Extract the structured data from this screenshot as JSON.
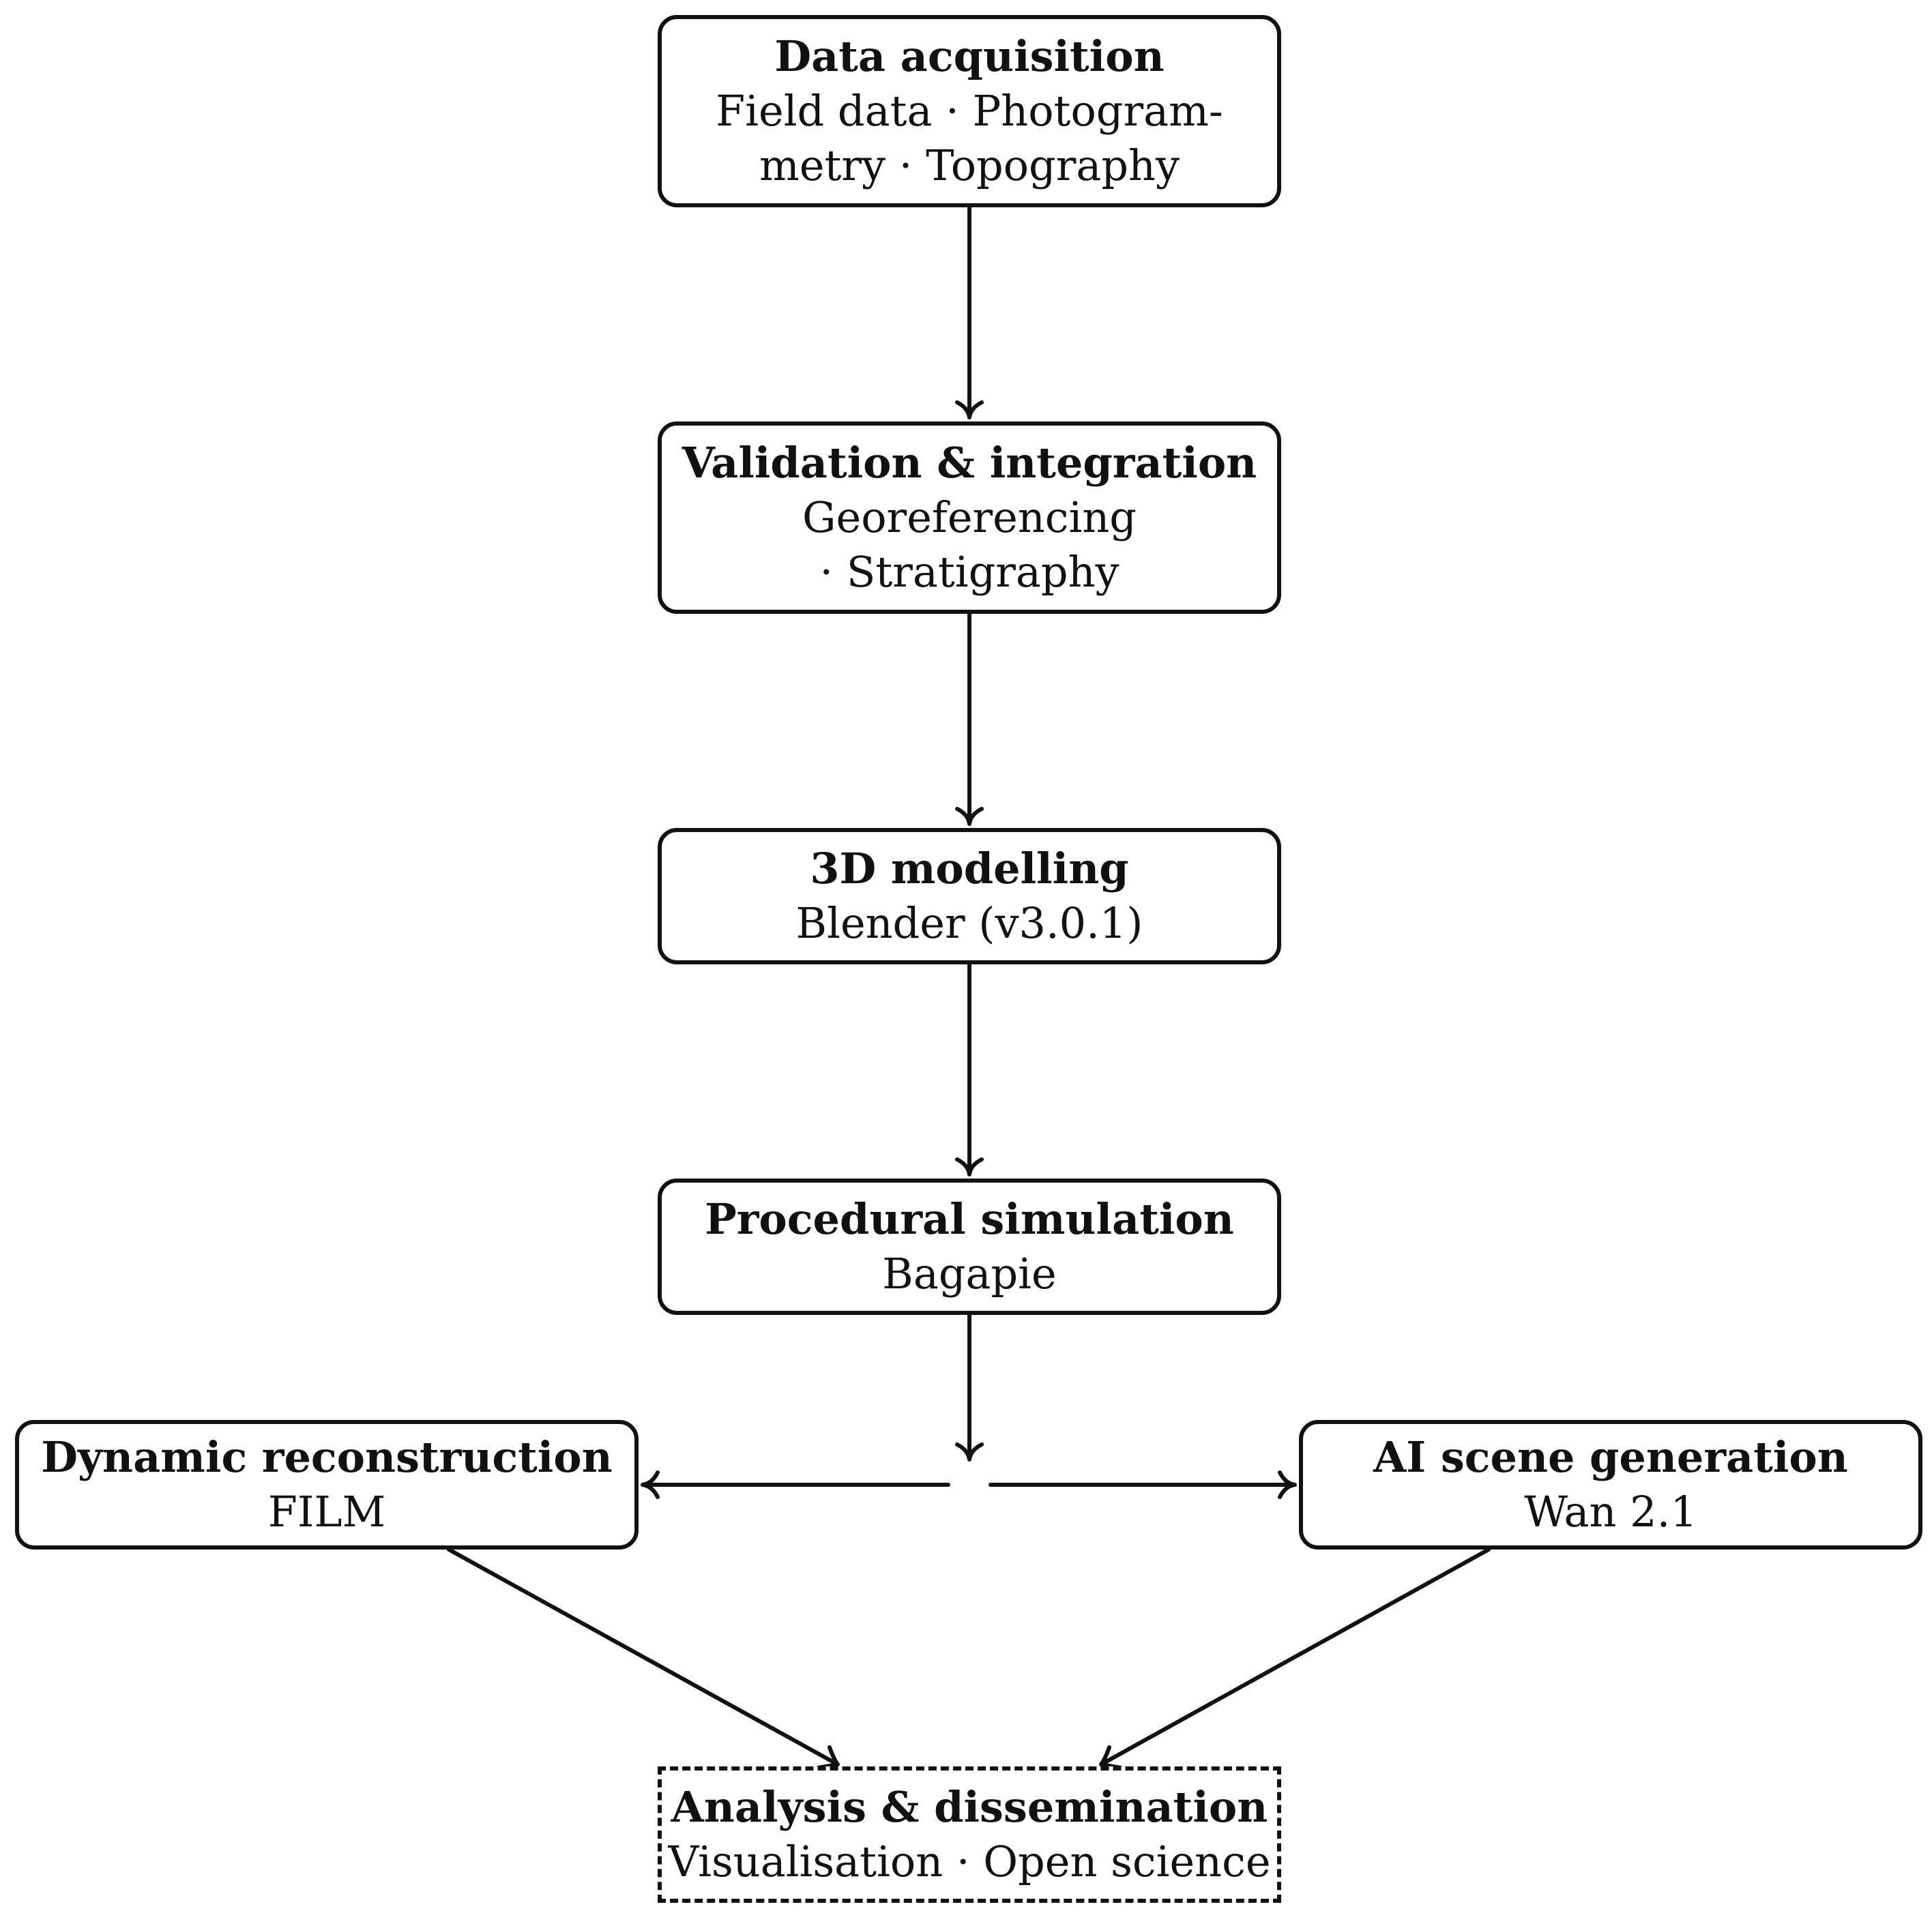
{
  "diagram": {
    "nodes": [
      {
        "id": "acq",
        "title": "Data acquisition",
        "subtitle": "Field data · Photogram-\nmetry · Topography"
      },
      {
        "id": "val",
        "title": "Validation & integration",
        "subtitle": "Georeferencing\n· Stratigraphy"
      },
      {
        "id": "mod",
        "title": "3D modelling",
        "subtitle": "Blender (v3.0.1)"
      },
      {
        "id": "proc",
        "title": "Procedural simulation",
        "subtitle": "Bagapie"
      },
      {
        "id": "dyn",
        "title": "Dynamic reconstruction",
        "subtitle": "FILM"
      },
      {
        "id": "ai",
        "title": "AI scene generation",
        "subtitle": "Wan 2.1"
      },
      {
        "id": "ana",
        "title": "Analysis & dissemination",
        "subtitle": "Visualisation · Open science",
        "style": "dashed"
      }
    ],
    "edges": [
      {
        "from": "acq",
        "to": "val"
      },
      {
        "from": "val",
        "to": "mod"
      },
      {
        "from": "mod",
        "to": "proc"
      },
      {
        "from": "proc",
        "to": "dyn"
      },
      {
        "from": "proc",
        "to": "ai"
      },
      {
        "from": "dyn",
        "to": "ana"
      },
      {
        "from": "ai",
        "to": "ana"
      }
    ]
  }
}
